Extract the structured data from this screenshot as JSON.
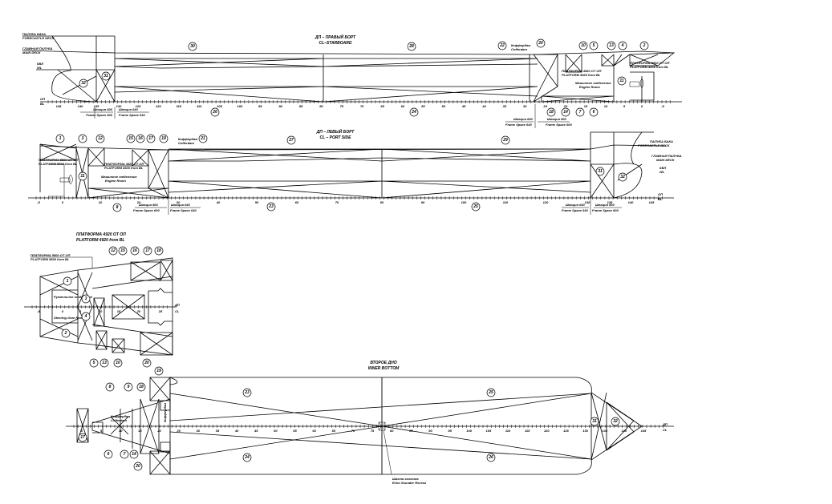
{
  "labels": {
    "forecastle_ru": "ПАЛУБА БАКА",
    "forecastle_en": "FORECASTLE DECK",
    "main_deck_ru": "ГЛАВНАЯ ПАЛУБА",
    "main_deck_en": "MAIN DECK",
    "wl_ru": "КВЛ",
    "wl_en": "WL",
    "bl_ru": "ОП",
    "bl_en": "BL",
    "cl_ru": "ДП",
    "cl_en": "CL",
    "frame600_ru": "Шпация 600",
    "frame600_en": "Frame Space 600",
    "frame640_ru": "Шпация 640",
    "frame640_en": "Frame Space 640",
    "engine_ru": "Машинное отделение",
    "engine_en": "Engine Room",
    "platform4920_ru": "ПЛАТФОРМА 4920 ОТ ОП",
    "platform4920_en": "PLATFORM 4920 from BL",
    "platform5800_ru": "ПЛАТФОРМА 5800 ОТ ОП",
    "platform5800_en": "PLATFORM 5800 from BL",
    "cofferdam_ru": "Коффердам",
    "cofferdam_en": "Cofferdam",
    "steering_ru": "Румпельное отделение",
    "steering_en": "Steering Gear Room",
    "echo_ru": "Шахта эхолота",
    "echo_en": "Echo Sounder Recess"
  },
  "starboard_profile": {
    "title_ru": "ДП – ПРАВЫЙ БОРТ",
    "title_en": "CL–STARBOARD",
    "tanks": [
      "30",
      "28",
      "22",
      "20",
      "10",
      "5",
      "13",
      "4",
      "2",
      "32",
      "31",
      "26",
      "24",
      "18",
      "14",
      "7",
      "6",
      "11"
    ],
    "frames": [
      "145",
      "140",
      "135",
      "130",
      "125",
      "120",
      "115",
      "110",
      "105",
      "100",
      "95",
      "90",
      "85",
      "80",
      "75",
      "70",
      "65",
      "60",
      "55",
      "50",
      "45",
      "40",
      "35",
      "30",
      "25",
      "20",
      "15",
      "10",
      "5",
      "0",
      "-5"
    ]
  },
  "port_profile": {
    "title_ru": "ДП – ЛЕВЫЙ БОРТ",
    "title_en": "CL – PORT SIDE",
    "tanks": [
      "1",
      "3",
      "12",
      "15",
      "16",
      "17",
      "19",
      "21",
      "27",
      "29",
      "11",
      "8",
      "23",
      "25",
      "31",
      "32"
    ],
    "frames": [
      "-5",
      "0",
      "10",
      "20",
      "30",
      "40",
      "50",
      "60",
      "70",
      "80",
      "90",
      "100",
      "110",
      "120",
      "130",
      "135",
      "140",
      "145"
    ]
  },
  "platform_plan": {
    "tanks": [
      "12",
      "15",
      "16",
      "17",
      "18",
      "1",
      "3",
      "4",
      "2",
      "5",
      "13",
      "10",
      "20"
    ],
    "frames": [
      "-5",
      "0",
      "5",
      "10",
      "15",
      "20",
      "25"
    ]
  },
  "inner_bottom_plan": {
    "title_ru": "ВТОРОЕ ДНО",
    "title_en": "INNER BOTTOM",
    "tanks": [
      "19",
      "8",
      "9",
      "18",
      "23",
      "25",
      "17",
      "6",
      "7",
      "14",
      "20",
      "24",
      "26",
      "31",
      "32"
    ],
    "frames": [
      "0",
      "5",
      "10",
      "15",
      "20",
      "25",
      "30",
      "35",
      "40",
      "45",
      "50",
      "55",
      "60",
      "65",
      "70",
      "75",
      "80",
      "85",
      "90",
      "95",
      "100",
      "105",
      "110",
      "115",
      "120",
      "125",
      "130",
      "135",
      "140",
      "145"
    ]
  }
}
